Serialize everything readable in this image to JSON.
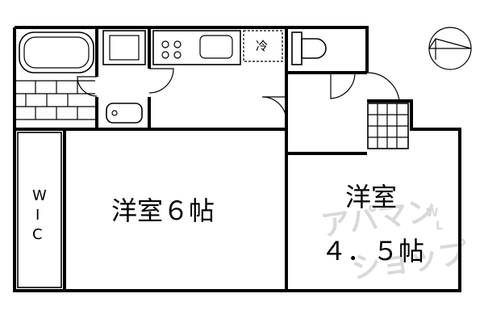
{
  "rooms": {
    "western_room_a": "洋室６帖",
    "western_room_b_line1": "洋室",
    "western_room_b_line2": "４．５帖",
    "closet_letters": [
      "W",
      "I",
      "C"
    ],
    "fridge": "冷"
  },
  "watermark": {
    "line1": "アパマン",
    "line2": "ショップ",
    "small": "W",
    "small2": "L"
  },
  "compass": {
    "direction": "north-east"
  }
}
